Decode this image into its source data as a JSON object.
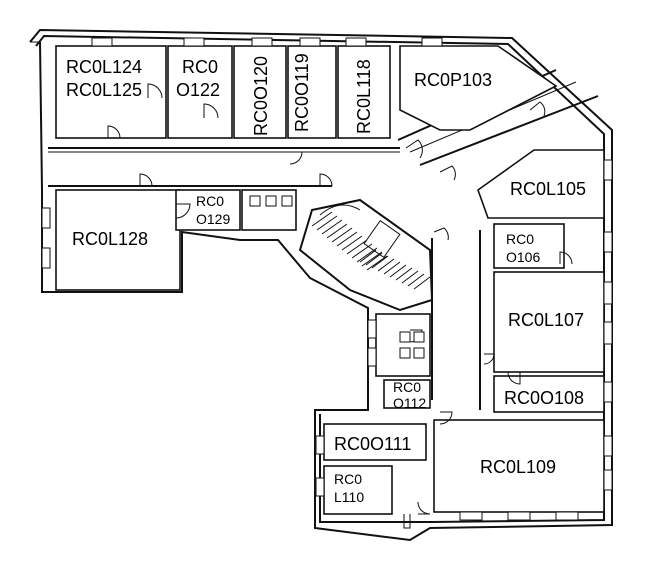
{
  "floor_plan": {
    "rooms": [
      {
        "id": "rc0l124",
        "label": "RC0L124"
      },
      {
        "id": "rc0l125",
        "label": "RC0L125"
      },
      {
        "id": "rc0o122_a",
        "label": "RC0"
      },
      {
        "id": "rc0o122_b",
        "label": "O122"
      },
      {
        "id": "rc0o120",
        "label": "RC0O120"
      },
      {
        "id": "rc0o119",
        "label": "RC0O119"
      },
      {
        "id": "rc0l118",
        "label": "RC0L118"
      },
      {
        "id": "rc0p103",
        "label": "RC0P103"
      },
      {
        "id": "rc0l105",
        "label": "RC0L105"
      },
      {
        "id": "rc0l128",
        "label": "RC0L128"
      },
      {
        "id": "rc0o129_a",
        "label": "RC0"
      },
      {
        "id": "rc0o129_b",
        "label": "O129"
      },
      {
        "id": "rc0o106_a",
        "label": "RC0"
      },
      {
        "id": "rc0o106_b",
        "label": "O106"
      },
      {
        "id": "rc0l107",
        "label": "RC0L107"
      },
      {
        "id": "rc0o108",
        "label": "RC0O108"
      },
      {
        "id": "rc0o112_a",
        "label": "RC0"
      },
      {
        "id": "rc0o112_b",
        "label": "O112"
      },
      {
        "id": "rc0o111",
        "label": "RC0O111"
      },
      {
        "id": "rc0l109",
        "label": "RC0L109"
      },
      {
        "id": "rc0l110_a",
        "label": "RC0"
      },
      {
        "id": "rc0l110_b",
        "label": "L110"
      }
    ]
  }
}
